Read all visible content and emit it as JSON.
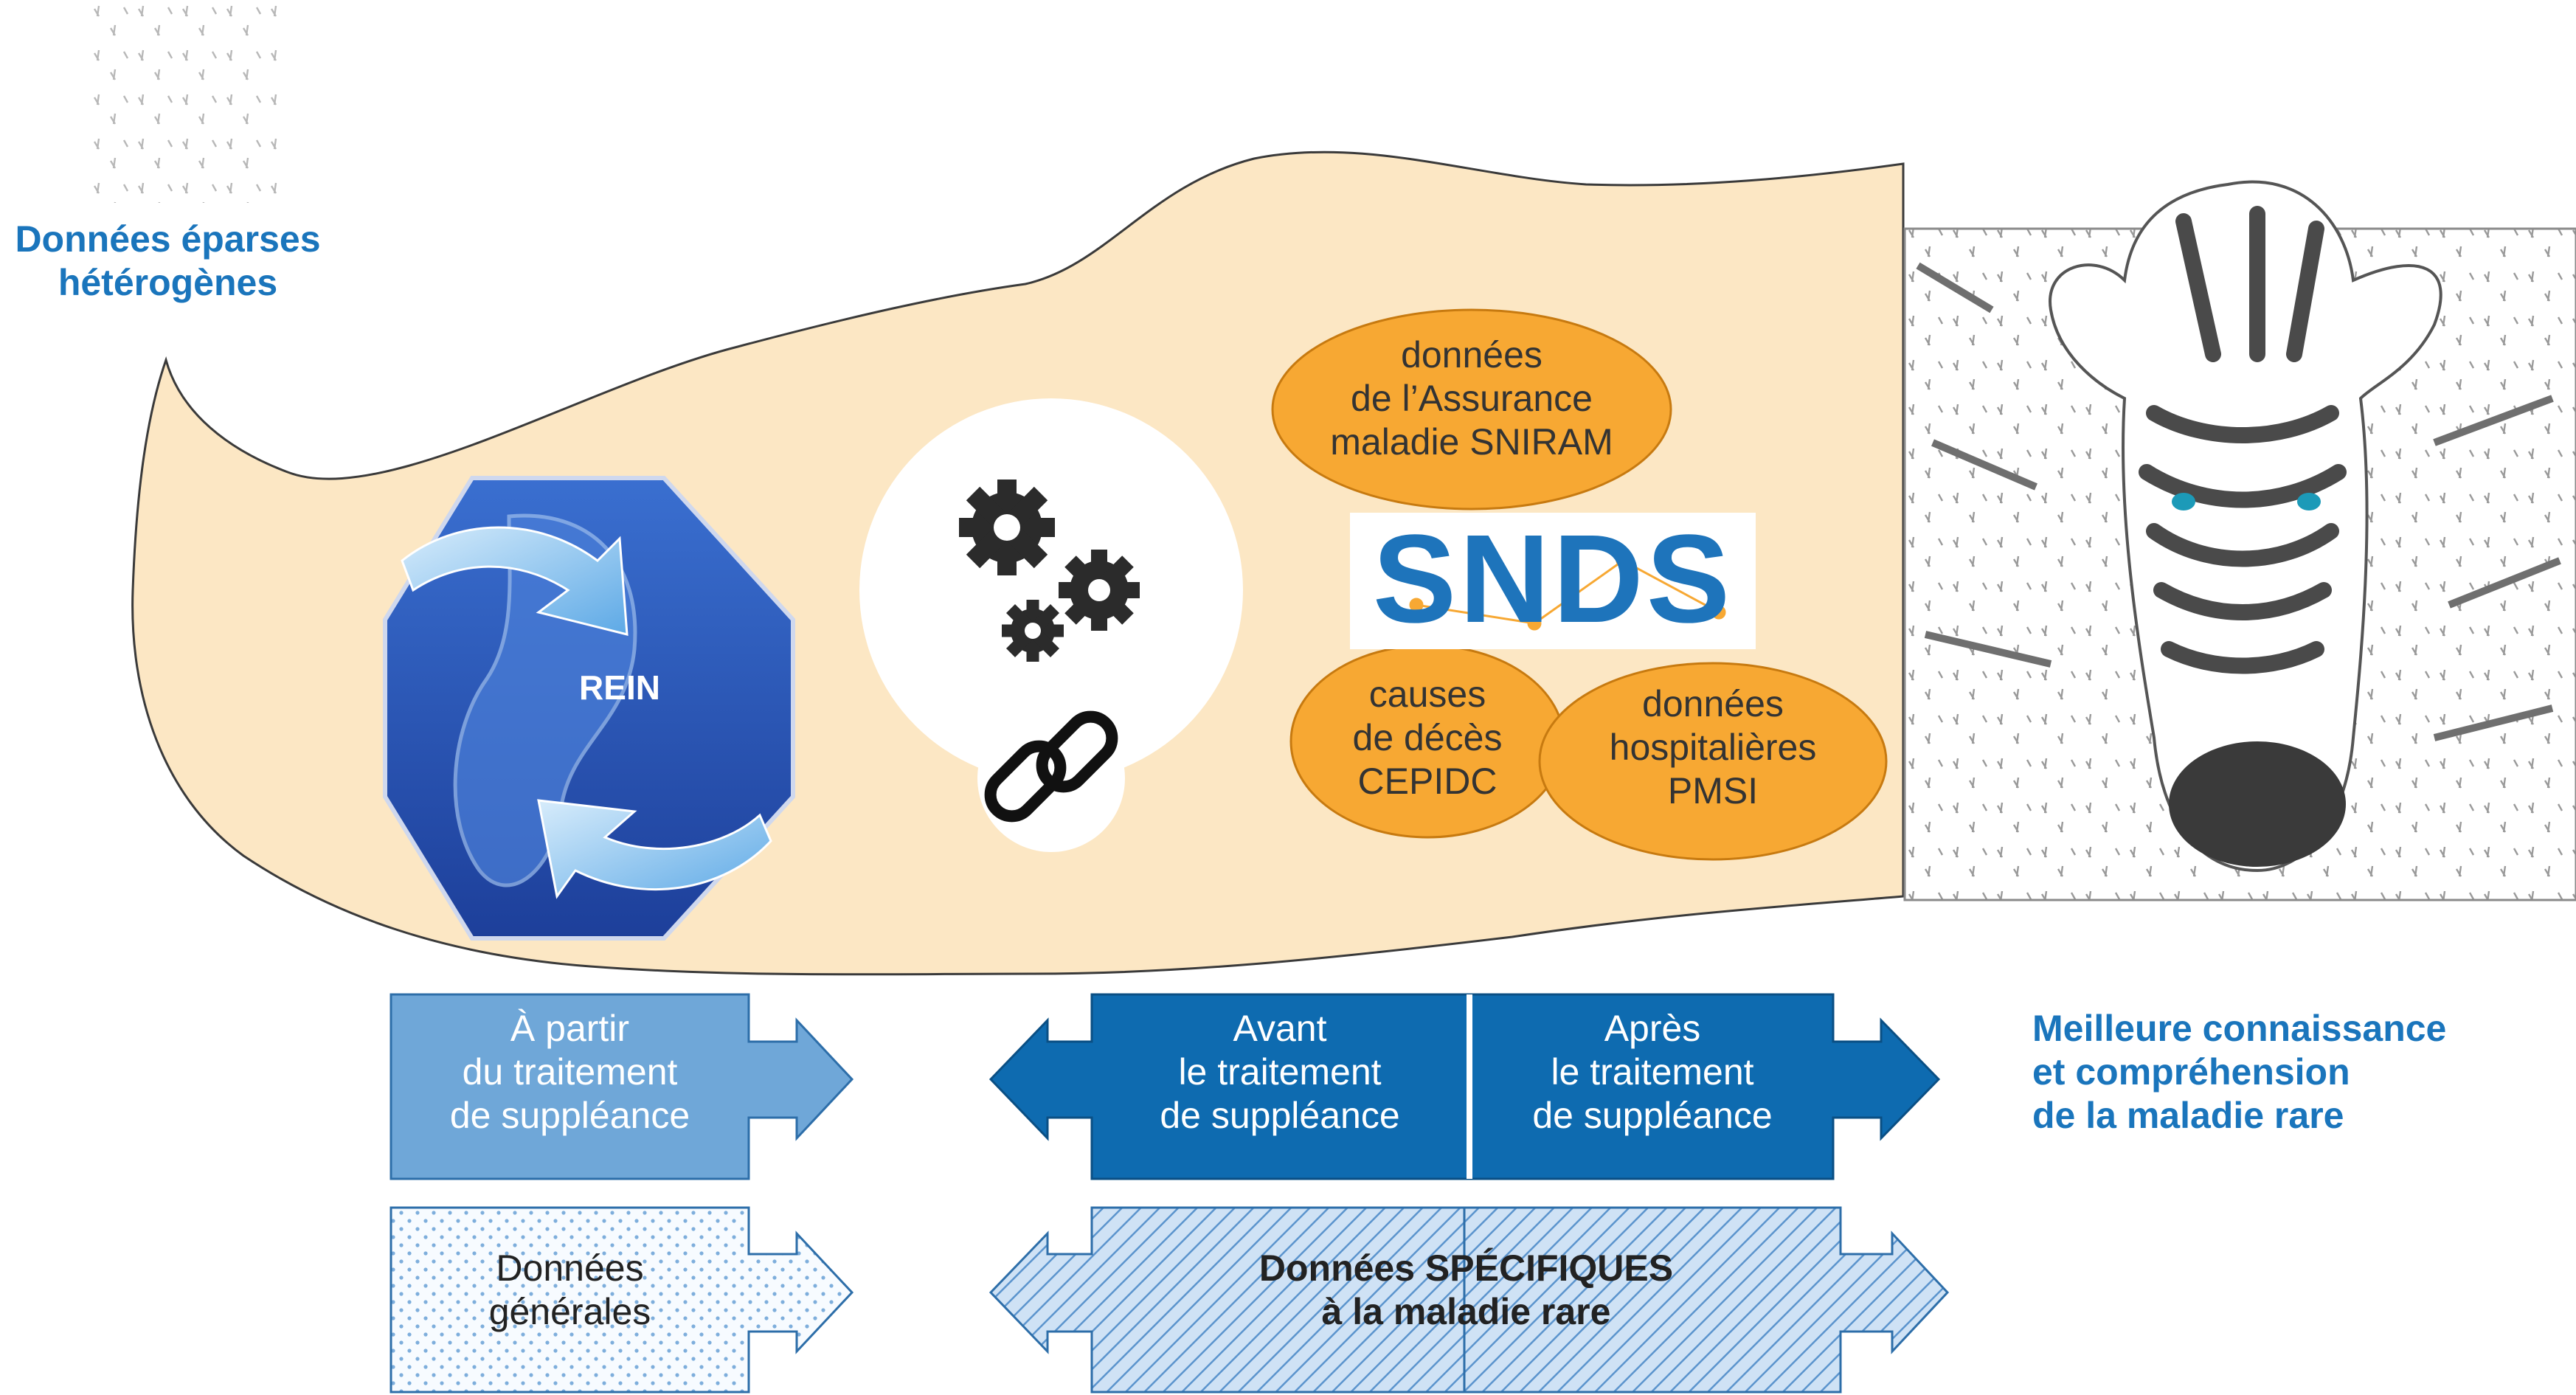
{
  "colors": {
    "blob": "#fce7c4",
    "accent_blue": "#1a75bc",
    "dark_blue": "#0e6bb0",
    "light_blue": "#6fa7d8",
    "orange": "#f7a833",
    "hex_blue": "#2752b5"
  },
  "left_title": [
    "Données éparses",
    "hétérogènes"
  ],
  "rein": {
    "label": "REIN"
  },
  "tools": {
    "gear_icon": "gear-icon",
    "link_icon": "chain-link-icon"
  },
  "snds": {
    "logo": "SNDS",
    "sniram": [
      "données",
      "de l’Assurance",
      "maladie SNIRAM"
    ],
    "cepidc": [
      "causes",
      "de décès",
      "CEPIDC"
    ],
    "pmsi": [
      "données",
      "hospitalières",
      "PMSI"
    ]
  },
  "zebra": {
    "image_name": "zebra-made-of-people-image"
  },
  "arrows": {
    "from_treatment": [
      "À partir",
      "du traitement",
      "de suppléance"
    ],
    "before_treatment": [
      "Avant",
      "le traitement",
      "de suppléance"
    ],
    "after_treatment": [
      "Après",
      "le traitement",
      "de suppléance"
    ]
  },
  "data_types": {
    "general": [
      "Données",
      "générales"
    ],
    "specific": [
      "Données SPÉCIFIQUES",
      "à la maladie rare"
    ]
  },
  "right_title": [
    "Meilleure connaissance",
    "et compréhension",
    "de la maladie rare"
  ]
}
